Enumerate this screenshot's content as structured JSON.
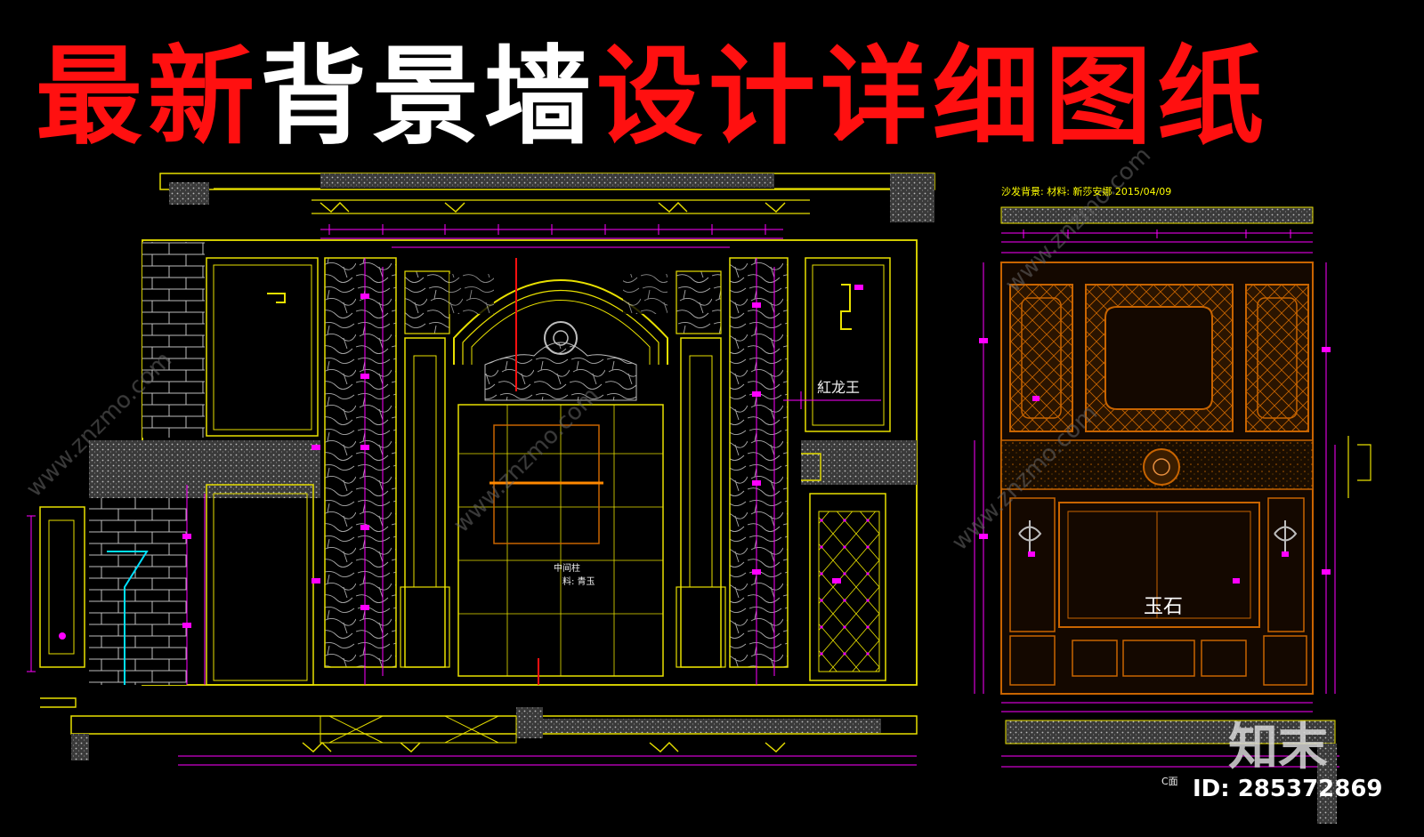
{
  "title": {
    "part1": "最新",
    "part2": "背景墙",
    "part3": "设计详细图纸"
  },
  "left_drawing": {
    "label_stone": "紅龙王",
    "label_center_line1": "中间柱",
    "label_center_line2": "料: 青玉"
  },
  "right_drawing": {
    "header": "沙发背景: 材料: 新莎安娜 2015/04/09",
    "label_jade": "玉石",
    "footer": "C面"
  },
  "watermark": {
    "brand": "知末",
    "id": "ID: 285372869",
    "url_text": "www.znzmo.com"
  },
  "colors": {
    "title_red": "#ff1010",
    "title_white": "#ffffff",
    "cad_yellow": "#e8e000",
    "cad_magenta": "#ff00ff",
    "cad_orange": "#c86400",
    "cad_cyan": "#00e0ff",
    "cad_gray": "#9a9a9a"
  },
  "icons": {
    "medallion": "rosette-icon",
    "sconce": "wall-lamp-icon"
  }
}
